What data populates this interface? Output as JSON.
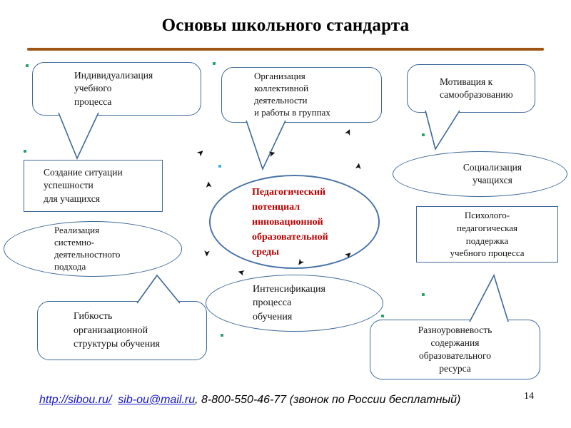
{
  "slide": {
    "title": "Основы школьного стандарта",
    "page_number": "14"
  },
  "diagram": {
    "center": {
      "label": "Педагогический\nпотенциал\nинновационной\nобразовательной\nсреды"
    },
    "nodes": {
      "individualization": {
        "label": "Индивидуализация\nучебного\nпроцесса"
      },
      "organization": {
        "label": "Организация\nколлективной\nдеятельности\nи работы в группах"
      },
      "motivation": {
        "label": "Мотивация к\nсамообразованию"
      },
      "success": {
        "label": "Создание ситуации\n успешности\nдля учащихся"
      },
      "socialization": {
        "label": "Социализация\nучащихся"
      },
      "realization": {
        "label": "Реализация\nсистемно-\nдеятельностного\nподхода"
      },
      "psych_support": {
        "label": "Психолого-\nпедагогическая\nподдержка\nучебного процесса"
      },
      "flexibility": {
        "label": "Гибкость\nорганизационной\nструктуры обучения"
      },
      "intensification": {
        "label": "Интенсификация\nпроцесса\nобучения"
      },
      "multilevel": {
        "label": "Разноуровневость\nсодержания\nобразовательного\nресурса"
      }
    }
  },
  "footer": {
    "link_site": "http://sibou.ru/",
    "link_email": "sib-ou@mail.ru",
    "phone_text": ", 8-800-550-46-77 (звонок по России бесплатный)"
  },
  "colors": {
    "shape_border_blue": "#3e6899",
    "title_rule_brown": "#9e5414",
    "center_text_red": "#c00000",
    "dot_green": "#21a468",
    "dot_cyan": "#3fb0d8",
    "link_blue": "#1414cc",
    "arrow_black": "#111111"
  }
}
